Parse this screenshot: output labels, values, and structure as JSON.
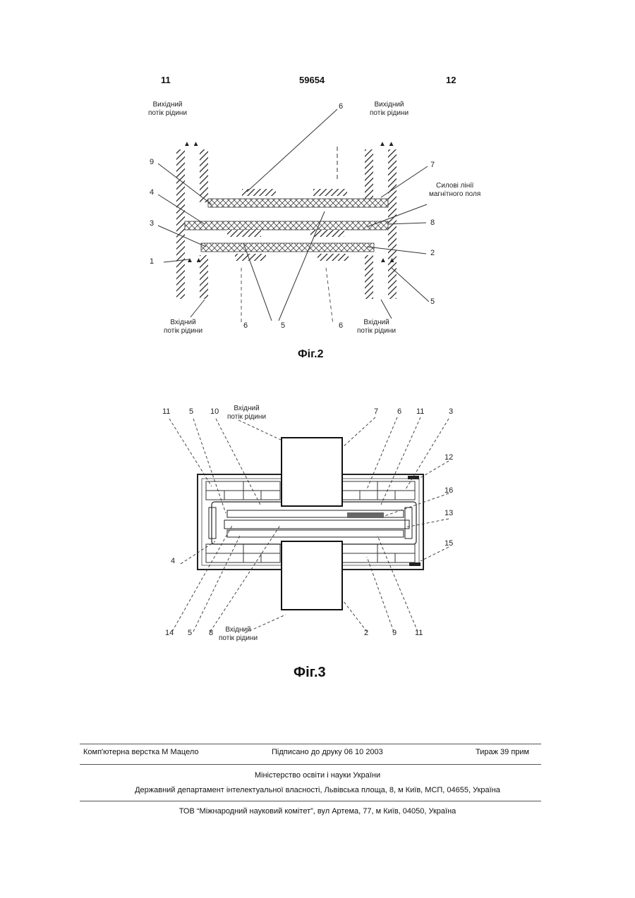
{
  "header": {
    "left_page": "11",
    "patent_number": "59654",
    "right_page": "12"
  },
  "fig2": {
    "caption": "Фіг.2",
    "labels": {
      "out_left": "Вихідний\nпотік рідини",
      "out_right": "Вихідний\nпотік рідини",
      "in_left": "Вхідний\nпотік рідини",
      "in_right": "Вхідний\nпотік рідини",
      "field_lines": "Силові лінії\nмагнітного поля"
    },
    "numbers": {
      "n6_top": "6",
      "n9": "9",
      "n4": "4",
      "n3": "3",
      "n1": "1",
      "n7": "7",
      "n8": "8",
      "n2": "2",
      "n5_right": "5",
      "n6_bl": "6",
      "n5_bottom": "5",
      "n6_br": "6"
    }
  },
  "fig3": {
    "caption": "Фіг.3",
    "labels": {
      "in_top": "Вхідний\nпотік рідини",
      "in_bottom": "Вхідний\nпотік рідини"
    },
    "numbers": {
      "t11_left": "11",
      "t5": "5",
      "t10": "10",
      "t7": "7",
      "t6": "6",
      "t11_right": "11",
      "t3": "3",
      "r12": "12",
      "r16": "16",
      "r13": "13",
      "r15": "15",
      "l4": "4",
      "b14": "14",
      "b5": "5",
      "b8": "8",
      "b2": "2",
      "b9": "9",
      "b11": "11"
    }
  },
  "footer": {
    "layout": "Комп'ютерна верстка М  Мацело",
    "signed": "Підписано до друку 06 10 2003",
    "circulation": "Тираж 39 прим",
    "ministry": "Міністерство освіти і науки України",
    "department": "Державний департамент інтелектуальної власності, Львівська площа, 8, м  Київ, МСП, 04655, Україна",
    "publisher": "ТОВ “Міжнародний науковий комітет”, вул  Артема, 77, м  Київ, 04050, Україна"
  }
}
